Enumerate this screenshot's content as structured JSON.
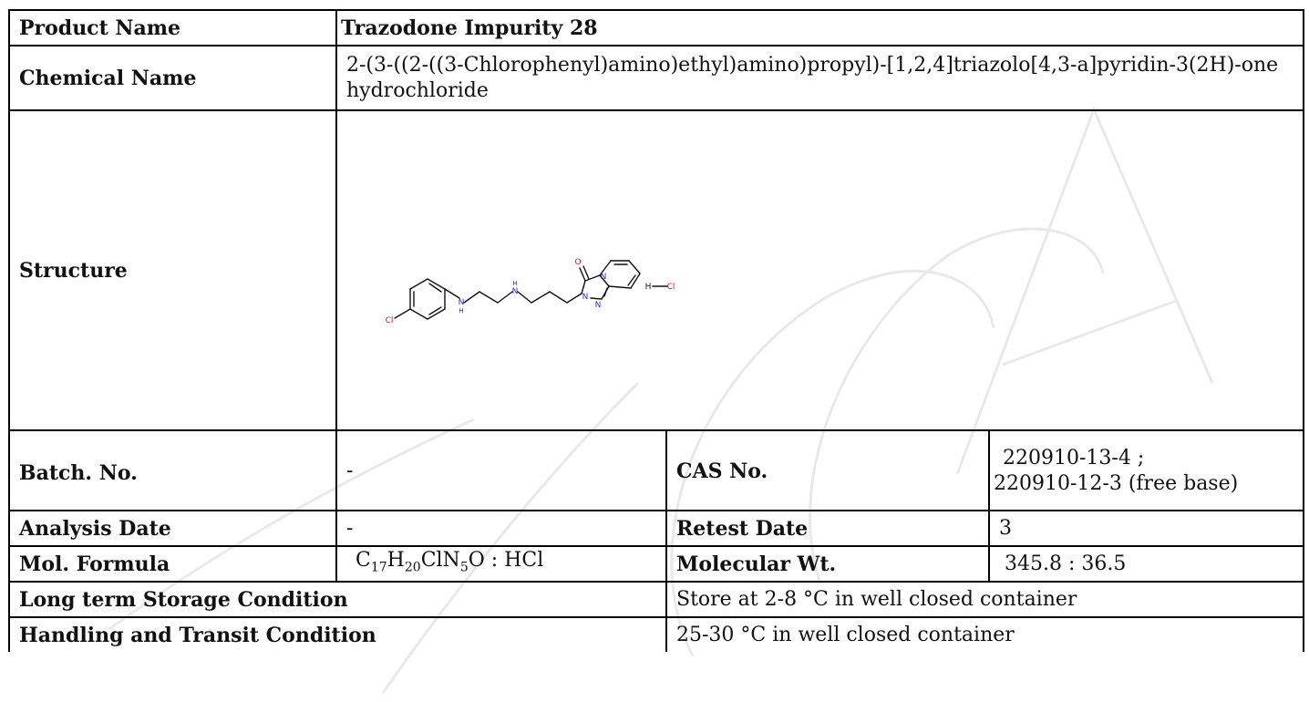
{
  "rows": {
    "product_name": {
      "label": "Product Name",
      "value": "Trazodone Impurity 28"
    },
    "chemical_name": {
      "label": "Chemical Name",
      "value": "2-(3-((2-((3-Chlorophenyl)amino)ethyl)amino)propyl)-[1,2,4]triazolo[4,3-a]pyridin-3(2H)-one hydrochloride"
    },
    "structure": {
      "label": "Structure",
      "atoms": {
        "cl": "Cl",
        "n1": "N",
        "h1": "H",
        "n2": "N",
        "h2": "H",
        "n3": "N",
        "n4": "N",
        "n5": "N",
        "o": "O",
        "hcl_h": "H",
        "hcl_cl": "Cl"
      }
    },
    "batch_no": {
      "label": "Batch. No.",
      "value": "-"
    },
    "cas_no": {
      "label": "CAS No.",
      "line1": "220910-13-4 ;",
      "line2": "220910-12-3 (free base)"
    },
    "analysis_date": {
      "label": "Analysis Date",
      "value": "-"
    },
    "retest_date": {
      "label": "Retest Date",
      "value": "3"
    },
    "mol_formula": {
      "label": "Mol. Formula",
      "c": "C",
      "c_n": "17",
      "h": "H",
      "h_n": "20",
      "cln": "ClN",
      "n_n": "5",
      "rest": "O : HCl"
    },
    "molecular_wt": {
      "label": "Molecular Wt.",
      "value": "345.8 : 36.5"
    },
    "long_term_storage": {
      "label": "Long term Storage Condition",
      "value": "Store at 2-8 °C in well closed container"
    },
    "handling_transit": {
      "label": "Handling and Transit Condition",
      "value": "25-30 °C in well closed container"
    }
  },
  "colors": {
    "nitrogen": "#2b2bd6",
    "oxygen": "#d41a1a",
    "chlorine": "#c21a1a",
    "bond": "#111111",
    "watermark": "#dcdcdc"
  }
}
